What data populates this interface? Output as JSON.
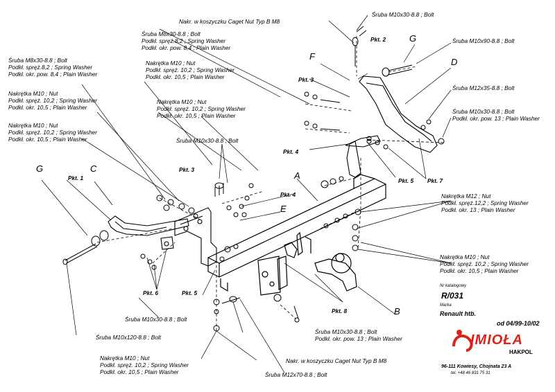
{
  "labels": {
    "nut_top": "Nakr. w koszyczku Caget Nut Typ B M8",
    "bolt_m10x30_top": "Śruba M10x30-8.8 ; Bolt",
    "bolt_m8x30_a": [
      "Śruba M8x30-8.8 ; Bolt",
      "Podkł. spręż.8,2 ; Spring Washer",
      "Podkł. okr. pow. 8,4 ; Plain Washer"
    ],
    "nut_m10_a": [
      "Nakrętka M10 ; Nut",
      "Podkł. spręż. 10,2 ; Spring Washer",
      "Podkł. okr. 10,5 ; Plain Washer"
    ],
    "bolt_m8x30_b": [
      "Śruba M8x30-8.8 ; Bolt",
      "Podkł. spręż.8,2 ; Spring Washer",
      "Podkł. okr. pow. 8,4 ; Plain Washer"
    ],
    "nut_m10_b": [
      "Nakrętka M10 ; Nut",
      "Podkł. spręż. 10,2 ; Spring Washer",
      "Podkł. okr. 10,5 ; Plain Washer"
    ],
    "nut_m10_c": [
      "Nakrętka M10 ; Nut",
      "Podkł. spręż. 10,2 ; Spring Washer",
      "Podkł. okr. 10,5 ; Plain Washer"
    ],
    "nut_m10_d": [
      "Nakrętka M10 ; Nut",
      "Podkł. spręż. 10,2 ; Spring Washer",
      "Podkł. okr. 10,5 ; Plain Washer"
    ],
    "bolt_m10x30_mid": "Śruba M10x30-8.8 ; Bolt",
    "bolt_m10x90": "Śruba M10x90-8.8 ; Bolt",
    "bolt_m12x35": "Śruba M12x35-8.8 ; Bolt",
    "bolt_m10x30_right": [
      "Śruba M10x30-8.8 ; Bolt",
      "Podkł. okr. pow. 13 ; Plain Washer"
    ],
    "nut_m12": [
      "Nakrętka M12 ; Nut",
      "Podkł. spręż.12,2 ; Spring Washer",
      "Podkł. okr. 13 ; Plain Washer"
    ],
    "nut_m10_e": [
      "Nakrętka M10 ; Nut",
      "Podkł. spręż. 10,2 ; Spring Washer",
      "Podkł. okr. 10,5 ; Plain Washer"
    ],
    "bolt_m10x30_bottom_left": "Śruba M10x30-8.8 ; Bolt",
    "bolt_m10x120": "Śruba M10x120-8.8 ; Bolt",
    "bolt_m10x30_bottom": [
      "Śruba M10x30-8.8 ; Bolt",
      "Podkł. okr. pow. 13 ; Plain Washer"
    ],
    "nut_m10_f": [
      "Nakrętka M10 ; Nut",
      "Podkł. spręż. 10,2 ; Spring Washer",
      "Podkł. okr. 10,5 ; Plain Washer"
    ],
    "nut_bottom": "Nakr. w koszyczku Caget Nut Typ B M8",
    "bolt_m12x70": "Śruba M12x70-8.8 ; Bolt"
  },
  "points": {
    "p1": "Pkt. 1",
    "p2": "Pkt. 2",
    "p3a": "Pkt. 3",
    "p3b": "Pkt. 3",
    "p4a": "Pkt. 4",
    "p4b": "Pkt. 4",
    "p5a": "Pkt. 5",
    "p5b": "Pkt. 5",
    "p6": "Pkt. 6",
    "p7": "Pkt. 7",
    "p8": "Pkt. 8"
  },
  "letters": {
    "A": "A",
    "B": "B",
    "C": "C",
    "D": "D",
    "E": "E",
    "F": "F",
    "G1": "G",
    "G2": "G"
  },
  "info": {
    "catalog_label": "Nr katalogowy",
    "catalog_no": "R/031",
    "make_label": "Marka",
    "model": "Renault htb.",
    "years": "od 04/99-10/02",
    "brand": "IMIOŁA",
    "brand_sub": "HAKPOL",
    "address": "96-111 Kowiesy, Chojnata 23 A",
    "phone": "tel. +48 46 831 75 31"
  },
  "colors": {
    "line": "#000000",
    "logo_red": "#d9241b"
  }
}
